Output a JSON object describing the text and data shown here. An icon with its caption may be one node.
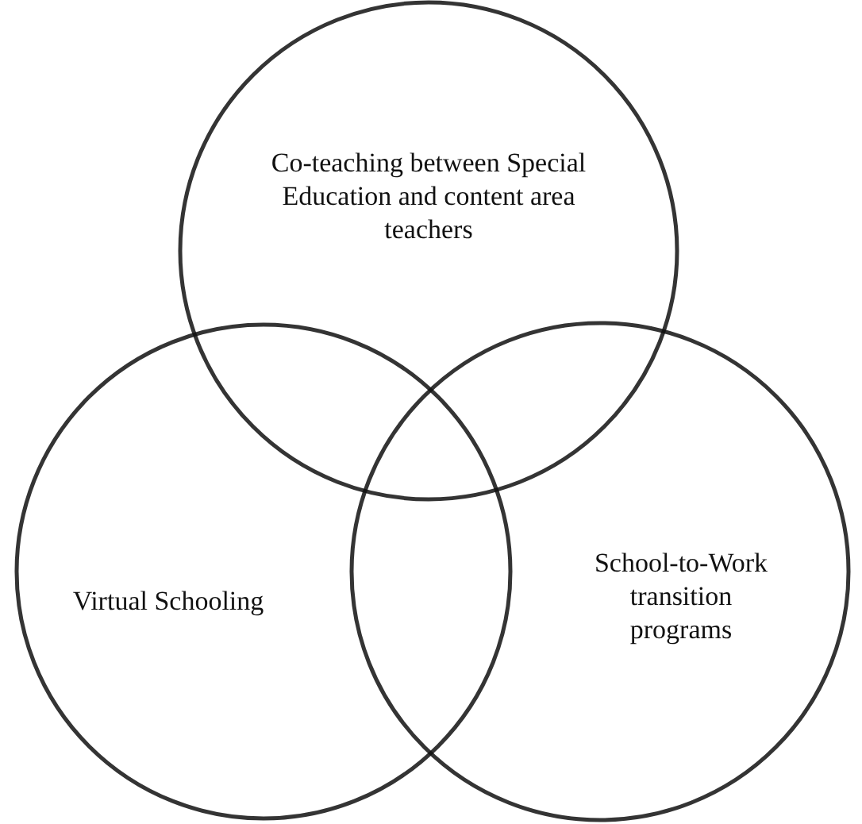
{
  "diagram": {
    "nodes": [
      {
        "text": [
          "Co-teaching between Special Education and content area teachers"
        ]
      },
      {
        "text": [
          "Virtual Schooling"
        ]
      },
      {
        "text": [
          "School-to-Work transition programs"
        ]
      }
    ]
  }
}
